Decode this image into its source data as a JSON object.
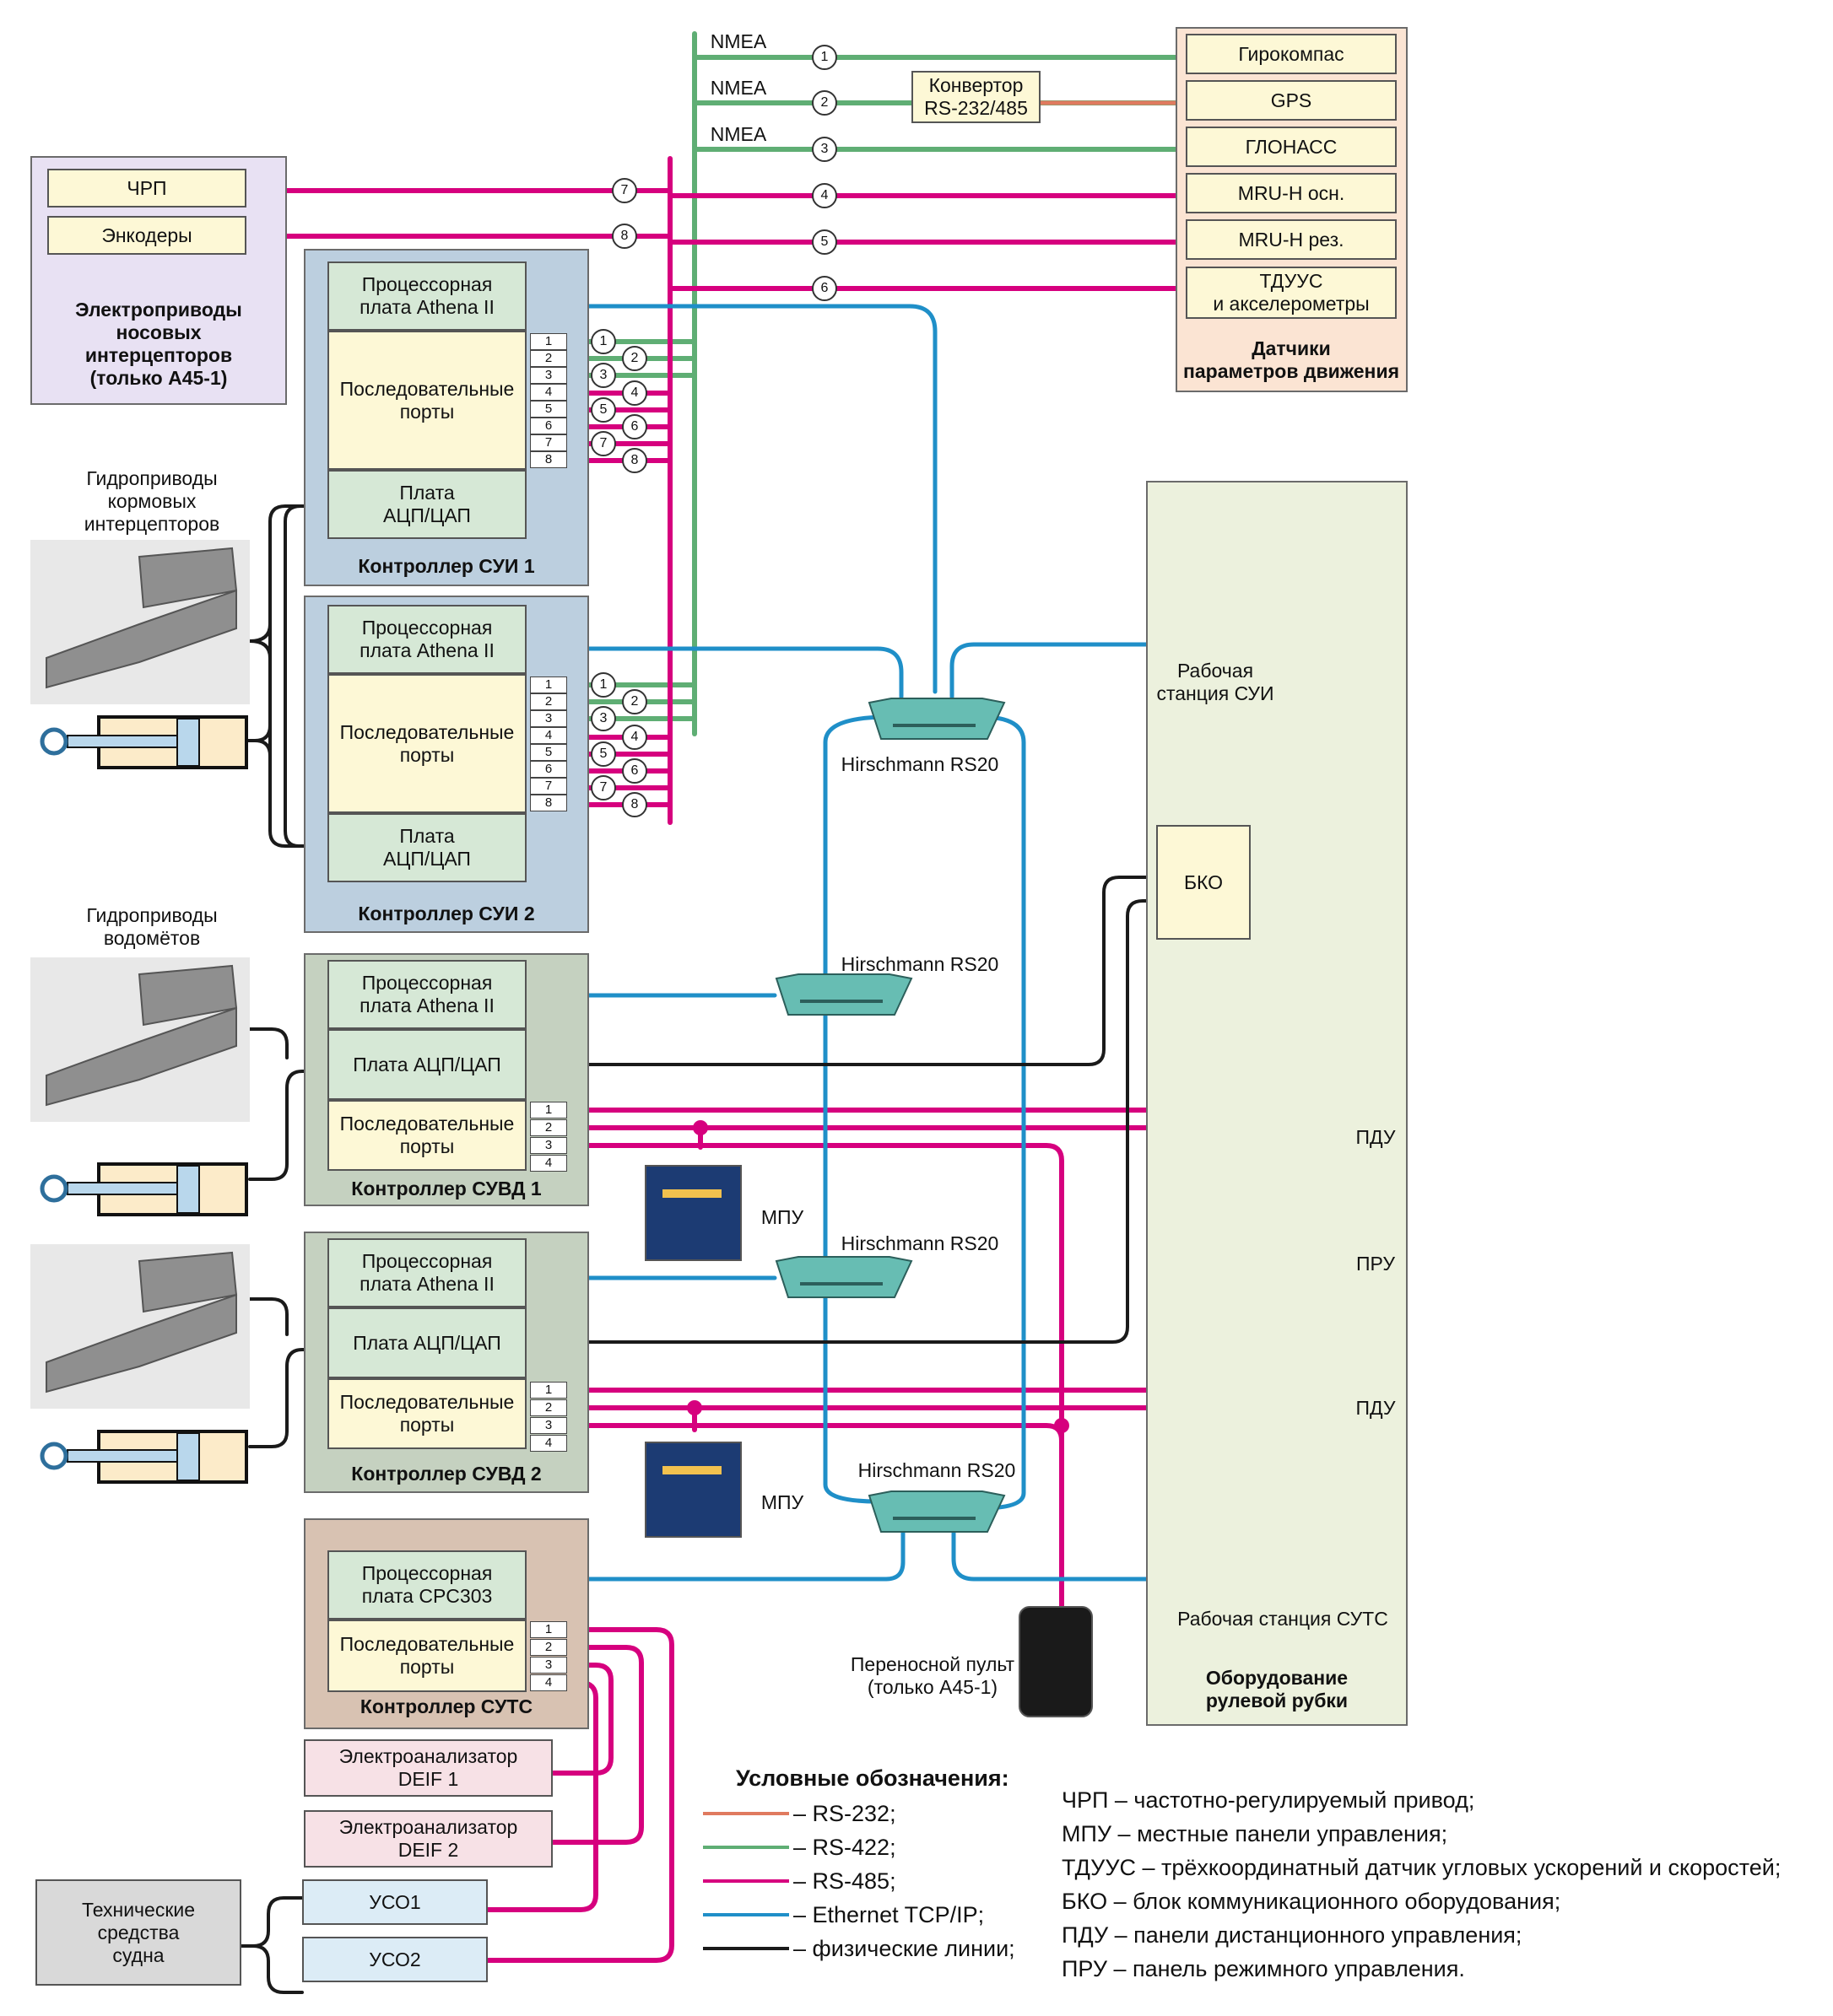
{
  "colors": {
    "rs232": "#e07a5f",
    "rs422": "#5fae74",
    "rs485": "#d6007e",
    "ethernet": "#1f8fc8",
    "physical": "#1a1a1a"
  },
  "nmea": [
    "NMEA",
    "NMEA",
    "NMEA"
  ],
  "converter": "Конвертор\nRS-232/485",
  "sensors": {
    "items": [
      "Гирокомпас",
      "GPS",
      "ГЛОНАСС",
      "MRU-H осн.",
      "MRU-H рез.",
      "ТДУУС\nи акселерометры"
    ],
    "group_label": "Датчики\nпараметров движения"
  },
  "bow_drives": {
    "items": [
      "ЧРП",
      "Энкодеры"
    ],
    "group_label": "Электроприводы\nносовых\nинтерцепторов\n(только А45-1)"
  },
  "circle_numbers": [
    "1",
    "2",
    "3",
    "4",
    "5",
    "6",
    "7",
    "8"
  ],
  "port_numbers": [
    "1",
    "2",
    "3",
    "4",
    "5",
    "6",
    "7",
    "8"
  ],
  "controllers": {
    "sui1": {
      "cpu": "Процессорная\nплата Athena II",
      "ports": "Последовательные\nпорты",
      "adc": "Плата\nАЦП/ЦАП",
      "label": "Контроллер СУИ 1"
    },
    "sui2": {
      "cpu": "Процессорная\nплата Athena II",
      "ports": "Последовательные\nпорты",
      "adc": "Плата\nАЦП/ЦАП",
      "label": "Контроллер СУИ 2"
    },
    "suvd1": {
      "cpu": "Процессорная\nплата Athena II",
      "adc": "Плата АЦП/ЦАП",
      "ports": "Последовательные\nпорты",
      "label": "Контроллер СУВД 1"
    },
    "suvd2": {
      "cpu": "Процессорная\nплата Athena II",
      "adc": "Плата АЦП/ЦАП",
      "ports": "Последовательные\nпорты",
      "label": "Контроллер СУВД 2"
    },
    "suts": {
      "cpu": "Процессорная\nплата CPC303",
      "ports": "Последовательные\nпорты",
      "label": "Контроллер СУТС"
    }
  },
  "hydro_stern": "Гидроприводы\nкормовых\nинтерцепторов",
  "hydro_water": "Гидроприводы\nводомётов",
  "switches": [
    "Hirschmann RS20",
    "Hirschmann RS20",
    "Hirschmann RS20",
    "Hirschmann RS20"
  ],
  "mpu": [
    "МПУ",
    "МПУ"
  ],
  "wheelhouse": {
    "station_sui": "Рабочая\nстанция СУИ",
    "bko": "БКО",
    "pdu": [
      "ПДУ",
      "ПДУ"
    ],
    "pru": "ПРУ",
    "station_suts": "Рабочая станция СУТС",
    "group_label": "Оборудование\nрулевой рубки"
  },
  "portable": "Переносной пульт\n(только А45-1)",
  "analyzers": [
    "Электроанализатор\nDEIF 1",
    "Электроанализатор\nDEIF 2"
  ],
  "uso": [
    "УСО1",
    "УСО2"
  ],
  "ship_tech": "Технические\nсредства\nсудна",
  "legend": {
    "title": "Условные обозначения:",
    "items": [
      "– RS-232;",
      "– RS-422;",
      "– RS-485;",
      "– Ethernet TCP/IP;",
      "– физические линии;"
    ]
  },
  "abbreviations": [
    "ЧРП – частотно-регулируемый привод;",
    "МПУ – местные панели управления;",
    "ТДУУС – трёхкоординатный датчик угловых ускорений и скоростей;",
    "БКО – блок коммуникационного оборудования;",
    "ПДУ – панели дистанционного управления;",
    "ПРУ – панель режимного управления."
  ]
}
